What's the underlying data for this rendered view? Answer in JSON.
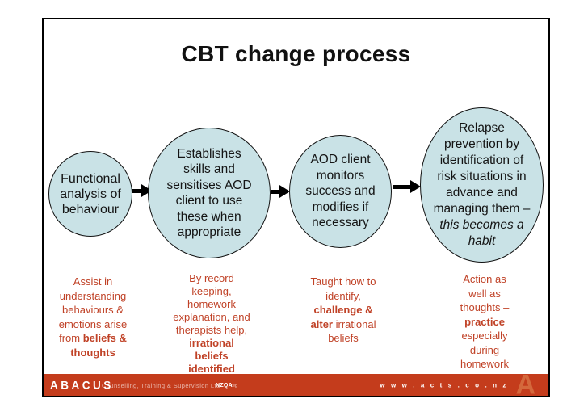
{
  "title": "CBT change process",
  "ellipses": [
    {
      "name": "functional-analysis",
      "lines": [
        [
          "Functional"
        ],
        [
          "analysis of"
        ],
        [
          "behaviour"
        ]
      ]
    },
    {
      "name": "establishes-skills",
      "lines": [
        [
          "Establishes"
        ],
        [
          "skills and"
        ],
        [
          "sensitises AOD"
        ],
        [
          "client to use"
        ],
        [
          "these when"
        ],
        [
          "appropriate"
        ]
      ]
    },
    {
      "name": "client-monitors",
      "lines": [
        [
          "AOD client"
        ],
        [
          "monitors"
        ],
        [
          "success and"
        ],
        [
          "modifies if"
        ],
        [
          "necessary"
        ]
      ]
    },
    {
      "name": "relapse-prevention",
      "lines": [
        [
          "Relapse"
        ],
        [
          "prevention by"
        ],
        [
          "identification of"
        ],
        [
          "risk situations in"
        ],
        [
          "advance and"
        ],
        [
          "managing them –"
        ],
        [
          {
            "t": "this becomes a",
            "i": true
          }
        ],
        [
          {
            "t": "habit",
            "i": true
          }
        ]
      ]
    }
  ],
  "columns": [
    {
      "lines": [
        [
          "Assist in"
        ],
        [
          "understanding"
        ],
        [
          "behaviours &"
        ],
        [
          "emotions arise"
        ],
        [
          "from ",
          {
            "t": "beliefs &",
            "b": true
          }
        ],
        [
          {
            "t": "thoughts",
            "b": true
          }
        ]
      ]
    },
    {
      "lines": [
        [
          "By record"
        ],
        [
          "keeping,"
        ],
        [
          "homework"
        ],
        [
          "explanation, and"
        ],
        [
          "therapists help,"
        ],
        [
          {
            "t": "irrational",
            "b": true
          }
        ],
        [
          {
            "t": "beliefs",
            "b": true
          }
        ],
        [
          {
            "t": "identified",
            "b": true
          }
        ]
      ]
    },
    {
      "lines": [
        [
          "Taught how to"
        ],
        [
          "identify,"
        ],
        [
          {
            "t": "challenge &",
            "b": true
          }
        ],
        [
          {
            "t": "alter",
            "b": true
          },
          {
            "t": " irrational"
          }
        ],
        [
          "beliefs"
        ]
      ]
    },
    {
      "lines": [
        [
          "Action as"
        ],
        [
          "well as"
        ],
        [
          "thoughts –"
        ],
        [
          {
            "t": "practice",
            "b": true
          }
        ],
        [
          "especially"
        ],
        [
          "during"
        ],
        [
          "homework"
        ]
      ]
    }
  ],
  "footer": {
    "brand": "ABACUS",
    "tagline": "Counselling, Training & Supervision Ltd",
    "nzqa": "NZQA",
    "reg": "reg",
    "url": "w w w . a c t s . c o . n z",
    "big_letter": "A"
  },
  "colors": {
    "footer_bar": "#C43C1C",
    "note_text": "#C04227",
    "ellipse_fill": "#C9E2E6"
  }
}
